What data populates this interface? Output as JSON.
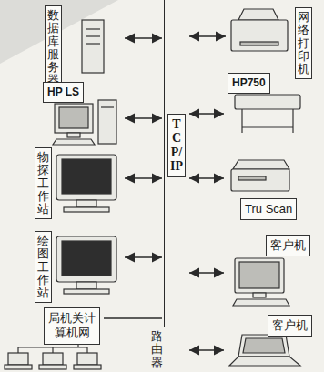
{
  "diagram": {
    "nodes": [
      {
        "text": [
          "数据库服务器"
        ]
      },
      {
        "text": [
          "HP LS"
        ]
      },
      {
        "text": [
          "物探工作站"
        ]
      },
      {
        "text": [
          "绘图工作站"
        ]
      },
      {
        "text": [
          "局机关计算机网"
        ]
      },
      {
        "text": [
          "TCP/IP"
        ]
      },
      {
        "text": [
          "网络打印机"
        ]
      },
      {
        "text": [
          "HP750"
        ]
      },
      {
        "text": [
          "Tru Scan"
        ]
      },
      {
        "text": [
          "客户机"
        ]
      },
      {
        "text": [
          "客户机"
        ]
      }
    ],
    "edges": [
      {
        "from": 0,
        "to": 5,
        "arrow": "both"
      },
      {
        "from": 1,
        "to": 5,
        "arrow": "both"
      },
      {
        "from": 2,
        "to": 5,
        "arrow": "both"
      },
      {
        "from": 3,
        "to": 5,
        "arrow": "both"
      },
      {
        "from": 4,
        "to": 5,
        "arrow": "none"
      },
      {
        "from": 6,
        "to": 5,
        "arrow": "both"
      },
      {
        "from": 7,
        "to": 5,
        "arrow": "both"
      },
      {
        "from": 8,
        "to": 5,
        "arrow": "both"
      },
      {
        "from": 9,
        "to": 5,
        "arrow": "both"
      },
      {
        "from": 10,
        "to": 5,
        "arrow": "both"
      }
    ],
    "labels": [
      "路由器"
    ]
  }
}
